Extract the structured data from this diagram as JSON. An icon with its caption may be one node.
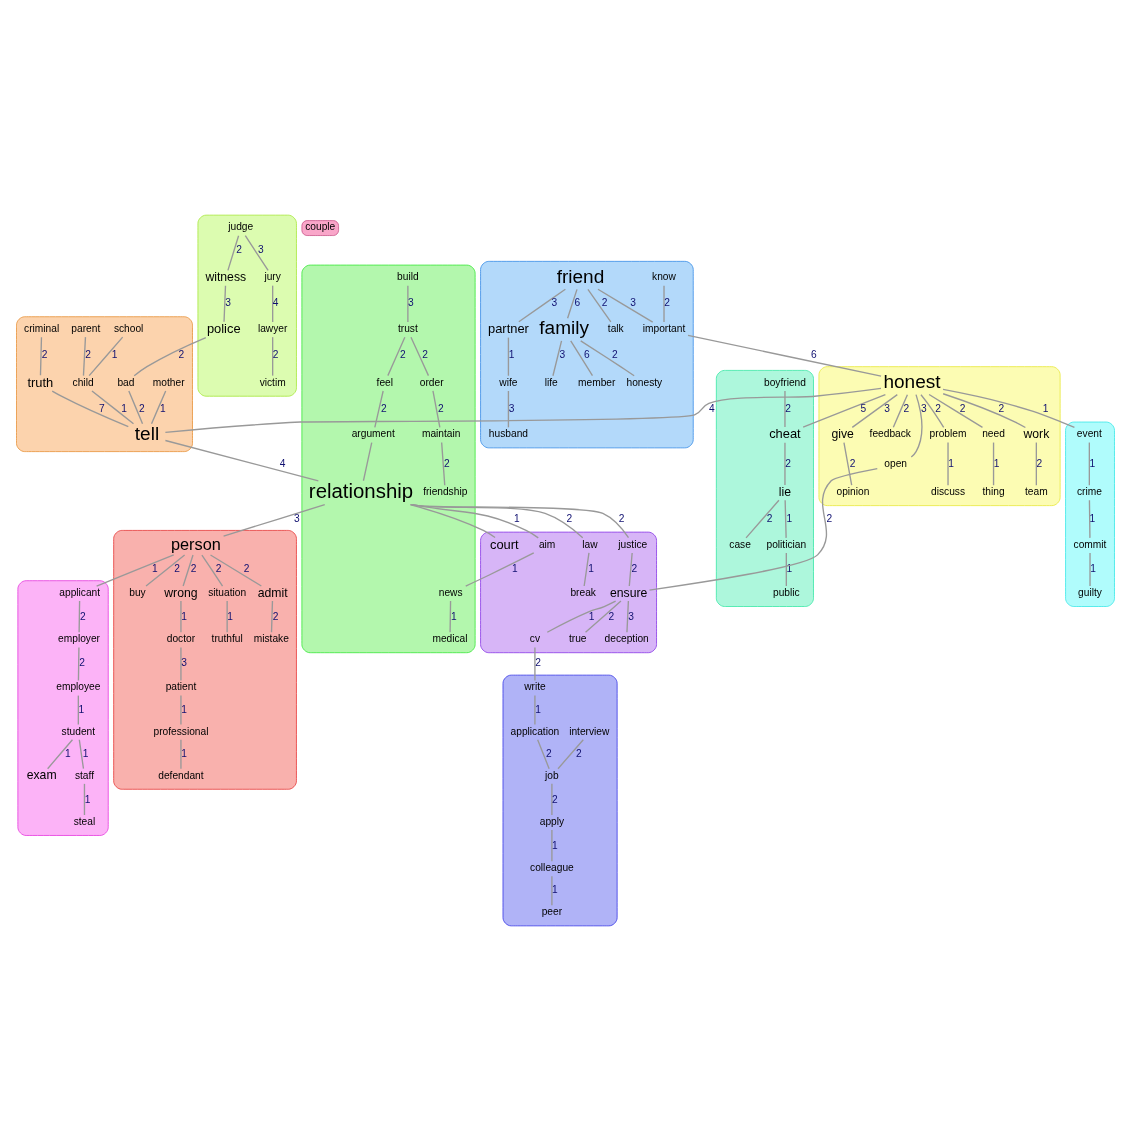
{
  "diagram": {
    "nodes": [
      {
        "text": [],
        "shape": "blob"
      },
      {
        "text": [
          "member"
        ],
        "in": 0
      },
      {
        "text": [
          "honesty"
        ],
        "in": 0
      },
      {
        "text": [
          "life"
        ],
        "in": 0
      },
      {
        "text": [
          "family"
        ],
        "in": 0
      },
      {
        "text": [
          "talk"
        ],
        "in": 0
      },
      {
        "text": [
          "friend"
        ],
        "in": 0
      },
      {
        "text": [
          "partner"
        ],
        "in": 0
      },
      {
        "text": [
          "know"
        ],
        "in": 0
      },
      {
        "text": [
          "important"
        ],
        "in": 0
      },
      {
        "text": [
          "wife"
        ],
        "in": 0
      },
      {
        "text": [
          "husband"
        ],
        "in": 0
      },
      {
        "text": [],
        "shape": "blob"
      },
      {
        "text": [
          "judge"
        ],
        "in": 12
      },
      {
        "text": [
          "jury"
        ],
        "in": 12
      },
      {
        "text": [
          "lawyer"
        ],
        "in": 12
      },
      {
        "text": [
          "victim"
        ],
        "in": 12
      },
      {
        "text": [
          "witness"
        ],
        "in": 12
      },
      {
        "text": [
          "police"
        ],
        "in": 12
      },
      {
        "text": [],
        "shape": "blob"
      },
      {
        "text": [
          "school"
        ],
        "in": 19
      },
      {
        "text": [
          "parent"
        ],
        "in": 19
      },
      {
        "text": [
          "criminal"
        ],
        "in": 19
      },
      {
        "text": [
          "child"
        ],
        "in": 19
      },
      {
        "text": [
          "truth"
        ],
        "in": 19
      },
      {
        "text": [
          "bad"
        ],
        "in": 19
      },
      {
        "text": [
          "mother"
        ],
        "in": 19
      },
      {
        "text": [
          "tell"
        ],
        "in": 19
      },
      {
        "text": [],
        "shape": "blob"
      },
      {
        "text": [
          "friendship"
        ],
        "in": 28
      },
      {
        "text": [
          "maintain"
        ],
        "in": 28
      },
      {
        "text": [
          "build"
        ],
        "in": 28
      },
      {
        "text": [
          "order"
        ],
        "in": 28
      },
      {
        "text": [
          "trust"
        ],
        "in": 28
      },
      {
        "text": [
          "feel"
        ],
        "in": 28
      },
      {
        "text": [
          "argument"
        ],
        "in": 28
      },
      {
        "text": [
          "relationship"
        ],
        "in": 28
      },
      {
        "text": [
          "medical"
        ],
        "in": 28
      },
      {
        "text": [
          "news"
        ],
        "in": 28
      },
      {
        "text": [],
        "shape": "blob"
      },
      {
        "text": [
          "case"
        ],
        "in": 39
      },
      {
        "text": [
          "politician"
        ],
        "in": 39
      },
      {
        "text": [
          "public"
        ],
        "in": 39
      },
      {
        "text": [
          "lie"
        ],
        "in": 39
      },
      {
        "text": [
          "boyfriend"
        ],
        "in": 39
      },
      {
        "text": [
          "cheat"
        ],
        "in": 39
      },
      {
        "text": [
          "couple"
        ]
      },
      {
        "text": [],
        "shape": "blob"
      },
      {
        "text": [
          "feedback"
        ],
        "in": 47
      },
      {
        "text": [
          "problem"
        ],
        "in": 47
      },
      {
        "text": [
          "discuss"
        ],
        "in": 47
      },
      {
        "text": [
          "honest"
        ],
        "in": 47
      },
      {
        "text": [
          "open"
        ],
        "in": 47
      },
      {
        "text": [
          "need"
        ],
        "in": 47
      },
      {
        "text": [
          "thing"
        ],
        "in": 47
      },
      {
        "text": [
          "work"
        ],
        "in": 47
      },
      {
        "text": [
          "give"
        ],
        "in": 47
      },
      {
        "text": [
          "team"
        ],
        "in": 47
      },
      {
        "text": [
          "opinion"
        ],
        "in": 47
      },
      {
        "text": [],
        "shape": "blob"
      },
      {
        "text": [
          "break"
        ],
        "in": 59
      },
      {
        "text": [
          "law"
        ],
        "in": 59
      },
      {
        "text": [
          "court"
        ],
        "in": 59
      },
      {
        "text": [
          "aim"
        ],
        "in": 59
      },
      {
        "text": [
          "justice"
        ],
        "in": 59
      },
      {
        "text": [
          "ensure"
        ],
        "in": 59
      },
      {
        "text": [
          "true"
        ],
        "in": 59
      },
      {
        "text": [
          "deception"
        ],
        "in": 59
      },
      {
        "text": [
          "cv"
        ],
        "in": 59
      },
      {
        "text": [],
        "shape": "blob"
      },
      {
        "text": [
          "event"
        ],
        "in": 69
      },
      {
        "text": [
          "crime"
        ],
        "in": 69
      },
      {
        "text": [
          "commit"
        ],
        "in": 69
      },
      {
        "text": [
          "guilty"
        ],
        "in": 69
      },
      {
        "text": [],
        "shape": "blob"
      },
      {
        "text": [
          "steal"
        ],
        "in": 74
      },
      {
        "text": [
          "staff"
        ],
        "in": 74
      },
      {
        "text": [
          "exam"
        ],
        "in": 74
      },
      {
        "text": [
          "student"
        ],
        "in": 74
      },
      {
        "text": [
          "applicant"
        ],
        "in": 74
      },
      {
        "text": [
          "employer"
        ],
        "in": 74
      },
      {
        "text": [
          "employee"
        ],
        "in": 74
      },
      {
        "text": [],
        "shape": "blob"
      },
      {
        "text": [
          "person"
        ],
        "in": 82
      },
      {
        "text": [
          "buy"
        ],
        "in": 82
      },
      {
        "text": [
          "wrong"
        ],
        "in": 82
      },
      {
        "text": [
          "situation"
        ],
        "in": 82
      },
      {
        "text": [
          "admit"
        ],
        "in": 82
      },
      {
        "text": [
          "mistake"
        ],
        "in": 82
      },
      {
        "text": [
          "doctor"
        ],
        "in": 82
      },
      {
        "text": [
          "truthful"
        ],
        "in": 82
      },
      {
        "text": [
          "patient"
        ],
        "in": 82
      },
      {
        "text": [
          "professional"
        ],
        "in": 82
      },
      {
        "text": [
          "defendant"
        ],
        "in": 82
      },
      {
        "text": [],
        "shape": "blob"
      },
      {
        "text": [
          "write"
        ],
        "in": 94
      },
      {
        "text": [
          "application"
        ],
        "in": 94
      },
      {
        "text": [
          "interview"
        ],
        "in": 94
      },
      {
        "text": [
          "job"
        ],
        "in": 94
      },
      {
        "text": [
          "apply"
        ],
        "in": 94
      },
      {
        "text": [
          "colleague"
        ],
        "in": 94
      },
      {
        "text": [
          "peer"
        ],
        "in": 94
      }
    ],
    "edges": [
      {
        "from": 6,
        "to": 4,
        "arrow": "none",
        "label": "6"
      },
      {
        "from": 4,
        "to": 1,
        "arrow": "none",
        "label": "6"
      },
      {
        "from": 4,
        "to": 2,
        "arrow": "none",
        "label": "2"
      },
      {
        "from": 4,
        "to": 3,
        "arrow": "none",
        "label": "3"
      },
      {
        "from": 6,
        "to": 5,
        "arrow": "none",
        "label": "2"
      },
      {
        "from": 6,
        "to": 7,
        "arrow": "none",
        "label": "3"
      },
      {
        "from": 7,
        "to": 10,
        "arrow": "none",
        "label": "1"
      },
      {
        "from": 10,
        "to": 11,
        "arrow": "none",
        "label": "3"
      },
      {
        "from": 6,
        "to": 9,
        "arrow": "none",
        "label": "3"
      },
      {
        "from": 8,
        "to": 9,
        "arrow": "none",
        "label": "2"
      },
      {
        "from": 9,
        "to": 51,
        "arrow": "none",
        "label": "6"
      },
      {
        "from": 51,
        "to": 48,
        "arrow": "none",
        "label": "2"
      },
      {
        "from": 51,
        "to": 49,
        "arrow": "none",
        "label": "2"
      },
      {
        "from": 49,
        "to": 50,
        "arrow": "none",
        "label": "1"
      },
      {
        "from": 51,
        "to": 53,
        "arrow": "none",
        "label": "2"
      },
      {
        "from": 53,
        "to": 54,
        "arrow": "none",
        "label": "1"
      },
      {
        "from": 51,
        "to": 70,
        "arrow": "none",
        "label": "1"
      },
      {
        "from": 70,
        "to": 71,
        "arrow": "none",
        "label": "1"
      },
      {
        "from": 71,
        "to": 72,
        "arrow": "none",
        "label": "1"
      },
      {
        "from": 72,
        "to": 73,
        "arrow": "none",
        "label": "1"
      },
      {
        "from": 51,
        "to": 55,
        "arrow": "none",
        "label": "2"
      },
      {
        "from": 55,
        "to": 57,
        "arrow": "none",
        "label": "2"
      },
      {
        "from": 51,
        "to": 56,
        "arrow": "none",
        "label": "3"
      },
      {
        "from": 56,
        "to": 58,
        "arrow": "none",
        "label": "2"
      },
      {
        "from": 51,
        "to": 52,
        "arrow": "none",
        "label": "3"
      },
      {
        "from": 52,
        "to": 65,
        "arrow": "none",
        "label": "2"
      },
      {
        "from": 51,
        "to": 27,
        "arrow": "none",
        "label": "4"
      },
      {
        "from": 51,
        "to": 45,
        "arrow": "none",
        "label": "5"
      },
      {
        "from": 24,
        "to": 27,
        "arrow": "none",
        "label": "7"
      },
      {
        "from": 22,
        "to": 24,
        "arrow": "none",
        "label": "2"
      },
      {
        "from": 26,
        "to": 27,
        "arrow": "none",
        "label": "1"
      },
      {
        "from": 23,
        "to": 27,
        "arrow": "none",
        "label": "1"
      },
      {
        "from": 20,
        "to": 23,
        "arrow": "none",
        "label": "1"
      },
      {
        "from": 21,
        "to": 23,
        "arrow": "none",
        "label": "2"
      },
      {
        "from": 18,
        "to": 25,
        "arrow": "none",
        "label": "2"
      },
      {
        "from": 25,
        "to": 27,
        "arrow": "none",
        "label": "2"
      },
      {
        "from": 17,
        "to": 18,
        "arrow": "none",
        "label": "3"
      },
      {
        "from": 13,
        "to": 17,
        "arrow": "none",
        "label": "2"
      },
      {
        "from": 13,
        "to": 14,
        "arrow": "none",
        "label": "3"
      },
      {
        "from": 14,
        "to": 15,
        "arrow": "none",
        "label": "4"
      },
      {
        "from": 15,
        "to": 16,
        "arrow": "none",
        "label": "2"
      },
      {
        "from": 27,
        "to": 36,
        "arrow": "none",
        "label": "4"
      },
      {
        "from": 44,
        "to": 45,
        "arrow": "none",
        "label": "2"
      },
      {
        "from": 45,
        "to": 43,
        "arrow": "none",
        "label": "2"
      },
      {
        "from": 43,
        "to": 40,
        "arrow": "none",
        "label": "2"
      },
      {
        "from": 43,
        "to": 41,
        "arrow": "none",
        "label": "1"
      },
      {
        "from": 41,
        "to": 42,
        "arrow": "none",
        "label": "1"
      },
      {
        "from": 31,
        "to": 33,
        "arrow": "none",
        "label": "3"
      },
      {
        "from": 33,
        "to": 32,
        "arrow": "none",
        "label": "2"
      },
      {
        "from": 32,
        "to": 30,
        "arrow": "none",
        "label": "2"
      },
      {
        "from": 30,
        "to": 29,
        "arrow": "none",
        "label": "2"
      },
      {
        "from": 33,
        "to": 34,
        "arrow": "none",
        "label": "2"
      },
      {
        "from": 34,
        "to": 35,
        "arrow": "none",
        "label": "2"
      },
      {
        "from": 35,
        "to": 36,
        "arrow": "none"
      },
      {
        "from": 36,
        "to": 62,
        "arrow": "none"
      },
      {
        "from": 36,
        "to": 63,
        "arrow": "none",
        "label": "1"
      },
      {
        "from": 63,
        "to": 38,
        "arrow": "none",
        "label": "1"
      },
      {
        "from": 38,
        "to": 37,
        "arrow": "none",
        "label": "1"
      },
      {
        "from": 36,
        "to": 61,
        "arrow": "none",
        "label": "2"
      },
      {
        "from": 61,
        "to": 60,
        "arrow": "none",
        "label": "1"
      },
      {
        "from": 36,
        "to": 64,
        "arrow": "none",
        "label": "2"
      },
      {
        "from": 64,
        "to": 65,
        "arrow": "none",
        "label": "2"
      },
      {
        "from": 65,
        "to": 66,
        "arrow": "none",
        "label": "2"
      },
      {
        "from": 65,
        "to": 67,
        "arrow": "none",
        "label": "3"
      },
      {
        "from": 65,
        "to": 68,
        "arrow": "none",
        "label": "1"
      },
      {
        "from": 68,
        "to": 95,
        "arrow": "none",
        "label": "2"
      },
      {
        "from": 95,
        "to": 96,
        "arrow": "none",
        "label": "1"
      },
      {
        "from": 96,
        "to": 98,
        "arrow": "none",
        "label": "2"
      },
      {
        "from": 97,
        "to": 98,
        "arrow": "none",
        "label": "2"
      },
      {
        "from": 98,
        "to": 99,
        "arrow": "none",
        "label": "2"
      },
      {
        "from": 99,
        "to": 100,
        "arrow": "none",
        "label": "1"
      },
      {
        "from": 100,
        "to": 101,
        "arrow": "none",
        "label": "1"
      },
      {
        "from": 36,
        "to": 83,
        "arrow": "none",
        "label": "3"
      },
      {
        "from": 83,
        "to": 79,
        "arrow": "none",
        "label": "1"
      },
      {
        "from": 79,
        "to": 80,
        "arrow": "none",
        "label": "2"
      },
      {
        "from": 80,
        "to": 81,
        "arrow": "none",
        "label": "2"
      },
      {
        "from": 81,
        "to": 78,
        "arrow": "none",
        "label": "1"
      },
      {
        "from": 78,
        "to": 77,
        "arrow": "none",
        "label": "1"
      },
      {
        "from": 78,
        "to": 76,
        "arrow": "none",
        "label": "1"
      },
      {
        "from": 76,
        "to": 75,
        "arrow": "none",
        "label": "1"
      },
      {
        "from": 83,
        "to": 84,
        "arrow": "none",
        "label": "2"
      },
      {
        "from": 83,
        "to": 85,
        "arrow": "none",
        "label": "2"
      },
      {
        "from": 83,
        "to": 86,
        "arrow": "none",
        "label": "2"
      },
      {
        "from": 83,
        "to": 87,
        "arrow": "none",
        "label": "2"
      },
      {
        "from": 87,
        "to": 88,
        "arrow": "none",
        "label": "2"
      },
      {
        "from": 86,
        "to": 90,
        "arrow": "none",
        "label": "1"
      },
      {
        "from": 85,
        "to": 89,
        "arrow": "none",
        "label": "1"
      },
      {
        "from": 89,
        "to": 91,
        "arrow": "none",
        "label": "3"
      },
      {
        "from": 91,
        "to": 92,
        "arrow": "none",
        "label": "1"
      },
      {
        "from": 92,
        "to": 93,
        "arrow": "none",
        "label": "1"
      }
    ]
  }
}
